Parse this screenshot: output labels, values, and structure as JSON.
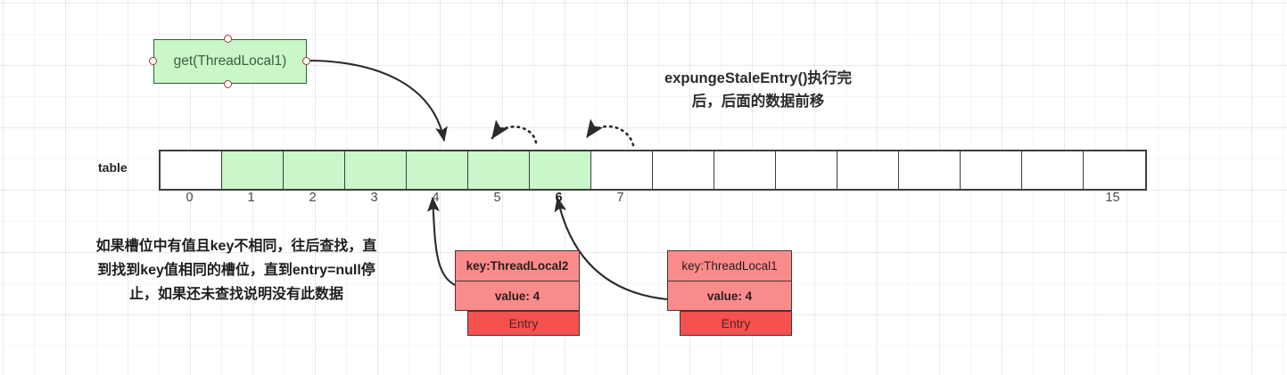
{
  "diagram": {
    "heading_line1": "expungeStaleEntry()执行完",
    "heading_line2": "后，后面的数据前移",
    "note_line1": "如果槽位中有值且key不相同，往后查找，直",
    "note_line2": "到找到key值相同的槽位，直到entry=null停",
    "note_line3": "止，如果还未查找说明没有此数据"
  },
  "get_box": {
    "label": "get(ThreadLocal1)"
  },
  "table": {
    "label": "table",
    "cells": [
      {
        "index": "0",
        "filled": false,
        "show_index": true,
        "strong": false
      },
      {
        "index": "1",
        "filled": true,
        "show_index": true,
        "strong": false
      },
      {
        "index": "2",
        "filled": true,
        "show_index": true,
        "strong": false
      },
      {
        "index": "3",
        "filled": true,
        "show_index": true,
        "strong": false
      },
      {
        "index": "4",
        "filled": true,
        "show_index": true,
        "strong": false
      },
      {
        "index": "5",
        "filled": true,
        "show_index": true,
        "strong": false
      },
      {
        "index": "6",
        "filled": true,
        "show_index": true,
        "strong": true
      },
      {
        "index": "7",
        "filled": false,
        "show_index": true,
        "strong": false
      },
      {
        "index": "8",
        "filled": false,
        "show_index": false,
        "strong": false
      },
      {
        "index": "9",
        "filled": false,
        "show_index": false,
        "strong": false
      },
      {
        "index": "10",
        "filled": false,
        "show_index": false,
        "strong": false
      },
      {
        "index": "11",
        "filled": false,
        "show_index": false,
        "strong": false
      },
      {
        "index": "12",
        "filled": false,
        "show_index": false,
        "strong": false
      },
      {
        "index": "13",
        "filled": false,
        "show_index": false,
        "strong": false
      },
      {
        "index": "14",
        "filled": false,
        "show_index": false,
        "strong": false
      },
      {
        "index": "15",
        "filled": false,
        "show_index": true,
        "strong": false
      }
    ]
  },
  "entries": [
    {
      "key": "key:ThreadLocal2",
      "value": "value: 4",
      "name": "Entry",
      "key_bold": true
    },
    {
      "key": "key:ThreadLocal1",
      "value": "value: 4",
      "name": "Entry",
      "key_bold": false
    }
  ],
  "colors": {
    "fill_green": "#c9f7c9",
    "entry_pink": "#f98b8b",
    "entry_red": "#f4514f",
    "stroke_dark": "#3d3d3d"
  }
}
